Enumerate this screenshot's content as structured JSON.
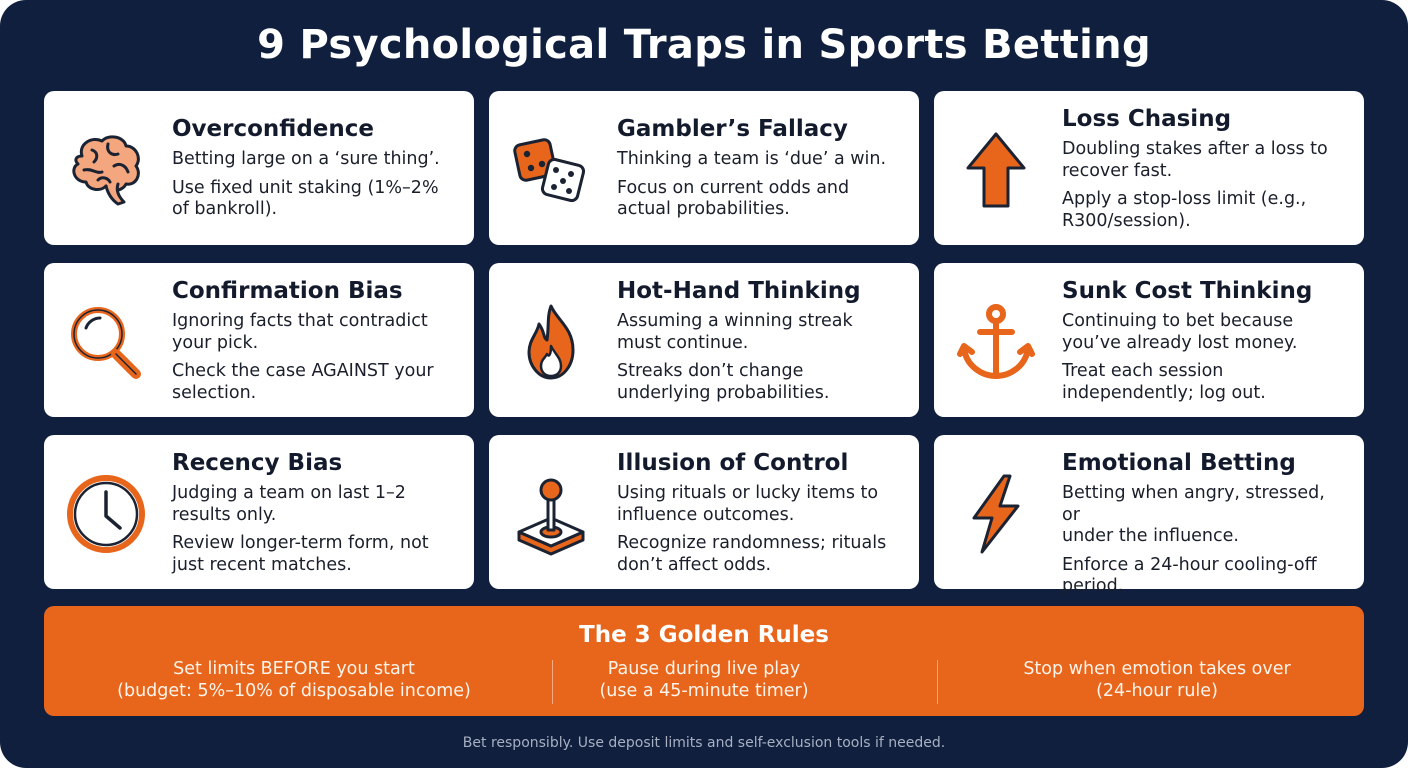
{
  "title": "9 Psychological Traps in Sports Betting",
  "colors": {
    "background": "#0f1f3d",
    "accent": "#e8651c",
    "card": "#ffffff",
    "icon_outline": "#1b2333"
  },
  "traps": [
    {
      "icon": "brain-icon",
      "title": "Overconfidence",
      "desc": [
        "Betting large on a ‘sure thing’."
      ],
      "tip": [
        "Use fixed unit staking (1%–2%",
        "of bankroll)."
      ]
    },
    {
      "icon": "dice-icon",
      "title": "Gambler’s Fallacy",
      "desc": [
        "Thinking a team is ‘due’ a win."
      ],
      "tip": [
        "Focus on current odds and",
        "actual probabilities."
      ]
    },
    {
      "icon": "arrow-up-icon",
      "title": "Loss Chasing",
      "desc": [
        "Doubling stakes after a loss to",
        "recover fast."
      ],
      "tip": [
        "Apply a stop-loss limit (e.g.,",
        "R300/session)."
      ]
    },
    {
      "icon": "magnifier-icon",
      "title": "Confirmation Bias",
      "desc": [
        "Ignoring facts that contradict",
        "your pick."
      ],
      "tip": [
        "Check the case AGAINST your",
        "selection."
      ]
    },
    {
      "icon": "flame-icon",
      "title": "Hot-Hand Thinking",
      "desc": [
        "Assuming a winning streak",
        "must continue."
      ],
      "tip": [
        "Streaks don’t change",
        "underlying probabilities."
      ]
    },
    {
      "icon": "anchor-icon",
      "title": "Sunk Cost Thinking",
      "desc": [
        "Continuing to bet because",
        "you’ve already lost money."
      ],
      "tip": [
        "Treat each session",
        "independently; log out."
      ]
    },
    {
      "icon": "clock-icon",
      "title": "Recency Bias",
      "desc": [
        "Judging a team on last 1–2",
        "results only."
      ],
      "tip": [
        "Review longer-term form, not",
        "just recent matches."
      ]
    },
    {
      "icon": "joystick-icon",
      "title": "Illusion of Control",
      "desc": [
        "Using rituals or lucky items to",
        "influence outcomes."
      ],
      "tip": [
        "Recognize randomness; rituals",
        "don’t affect odds."
      ]
    },
    {
      "icon": "lightning-icon",
      "title": "Emotional Betting",
      "desc": [
        "Betting when angry, stressed, or",
        "under the influence."
      ],
      "tip": [
        "Enforce a 24-hour cooling-off",
        "period."
      ]
    }
  ],
  "golden_rules": {
    "title": "The 3 Golden Rules",
    "rules": [
      [
        "Set limits BEFORE you start",
        "(budget: 5%–10% of disposable income)"
      ],
      [
        "Pause during live play",
        "(use a 45-minute timer)"
      ],
      [
        "Stop when emotion takes over",
        "(24-hour rule)"
      ]
    ]
  },
  "footer": "Bet responsibly. Use deposit limits and self-exclusion tools if needed."
}
